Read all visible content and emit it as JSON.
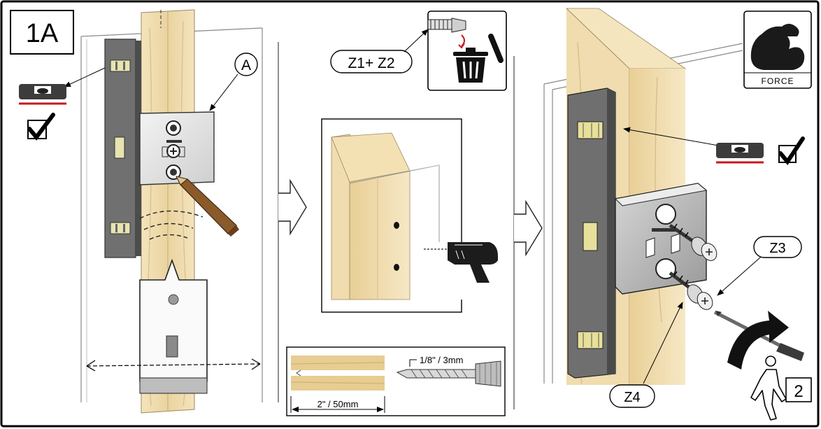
{
  "step": {
    "id": "1A",
    "next": "2"
  },
  "callouts": {
    "bracket": "A",
    "screws_plugs": "Z1+ Z2",
    "screw_top": "Z3",
    "screw_bottom": "Z4"
  },
  "badges": {
    "force": "FORCE"
  },
  "drill_bit": {
    "diameter": "1/8\" / 3mm",
    "depth": "2\" / 50mm"
  },
  "icons": {
    "level": "bubble-level-icon",
    "check": "checkmark-icon",
    "trash": "trash-bin-icon",
    "drill": "power-drill-icon",
    "muscle": "flexed-arm-icon",
    "walk": "walking-person-icon",
    "arrow": "next-step-arrow-icon"
  },
  "colors": {
    "wood": "#f1dfb4",
    "grain": "#d9c08a",
    "level_body": "#6e6e6e",
    "red_line": "#c8171e"
  }
}
